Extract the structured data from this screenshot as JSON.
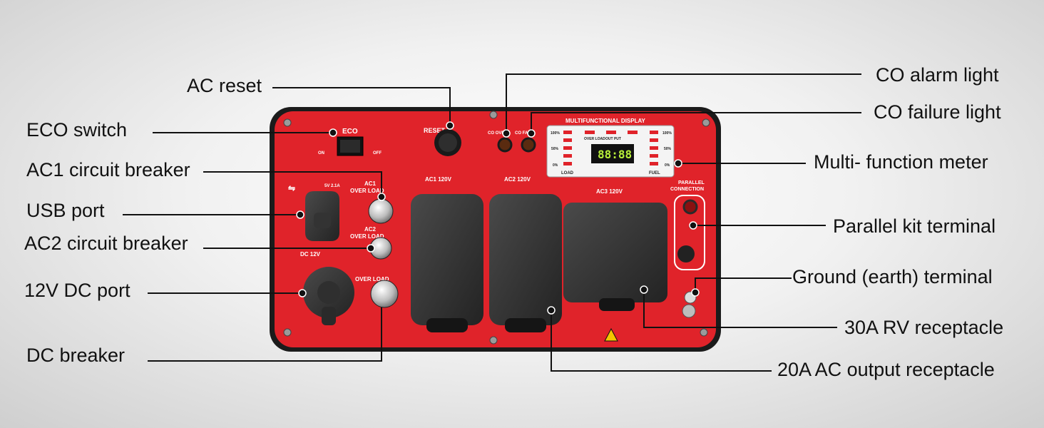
{
  "callouts": {
    "ac_reset": "AC reset",
    "eco_switch": "ECO switch",
    "ac1_breaker": "AC1 circuit breaker",
    "usb_port": "USB port",
    "ac2_breaker": "AC2 circuit breaker",
    "dc_port": "12V DC port",
    "dc_breaker": "DC breaker",
    "co_alarm": "CO alarm light",
    "co_failure": "CO failure light",
    "meter": "Multi- function meter",
    "parallel": "Parallel kit terminal",
    "ground": "Ground (earth) terminal",
    "rv": "30A RV receptacle",
    "ac_output": "20A AC output receptacle"
  },
  "panel": {
    "eco": "ECO",
    "on": "ON",
    "off": "OFF",
    "reset": "RESET",
    "co_over": "CO OVER",
    "co_fail": "CO FAIL",
    "display_title": "MULTIFUNCTIONAL DISPLAY",
    "pct100": "100%",
    "pct50": "50%",
    "pct0": "0%",
    "over_load": "OVER LOAD",
    "out_put": "OUT PUT",
    "load": "LOAD",
    "fuel": "FUEL",
    "digits": "88:88",
    "parallel": "PARALLEL",
    "connection": "CONNECTION",
    "ac1_title": "AC1",
    "ac2_title": "AC2",
    "overload": "OVER LOAD",
    "usb_volts": "5V 2.1A",
    "dc12v": "DC 12V",
    "ac1_120": "AC1 120V",
    "ac2_120": "AC2 120V",
    "ac3_120": "AC3 120V"
  }
}
